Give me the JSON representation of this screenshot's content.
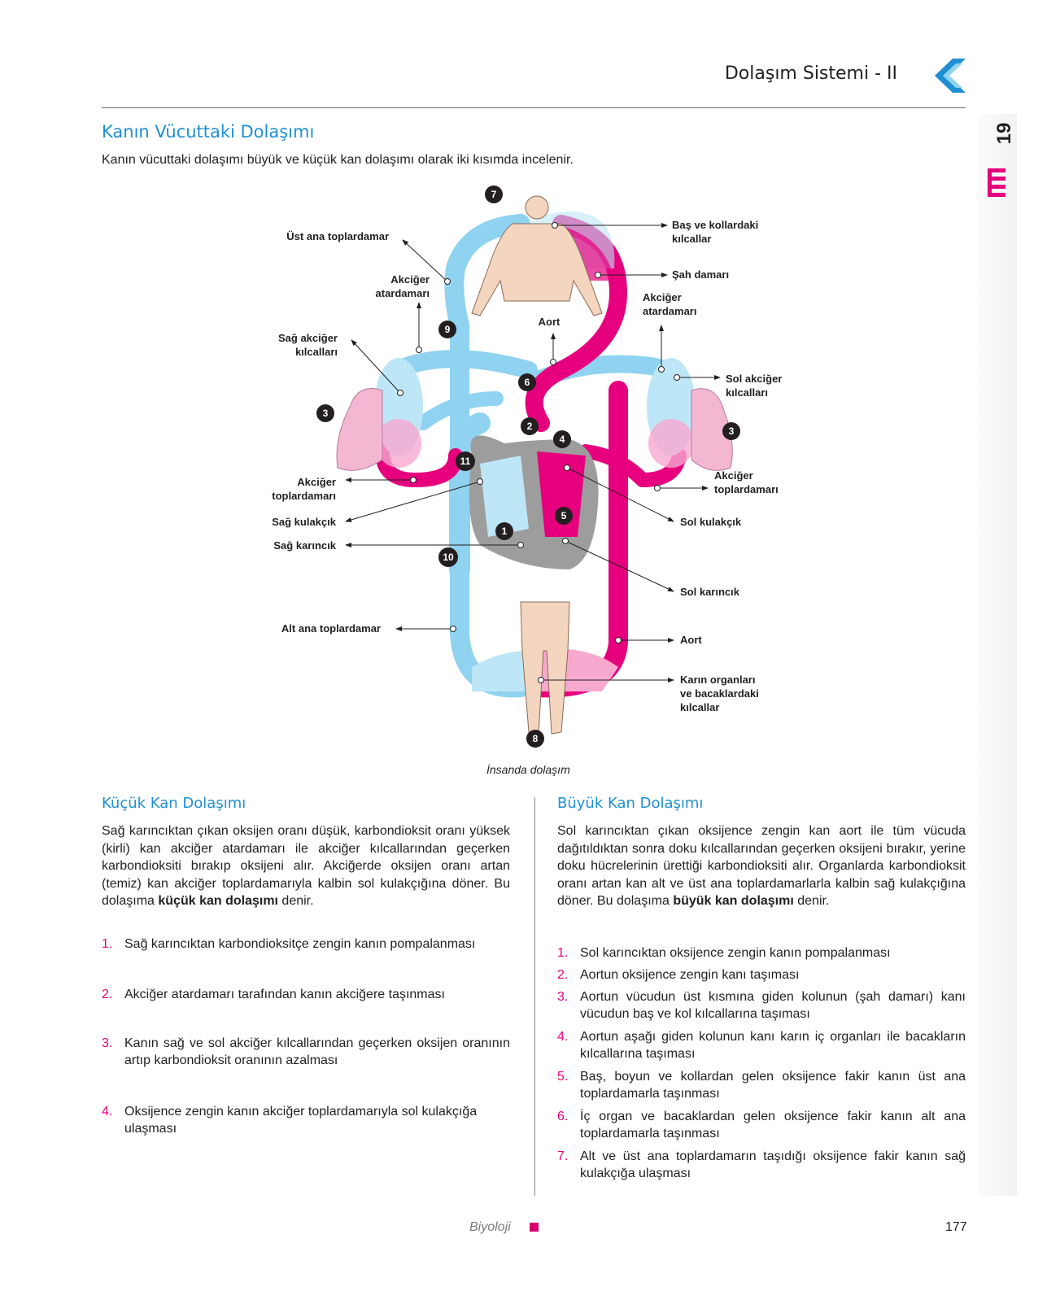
{
  "header": {
    "title": "Dolaşım Sistemi - II"
  },
  "side_tab": {
    "number": "19"
  },
  "section": {
    "title": "Kanın Vücuttaki Dolaşımı",
    "intro": "Kanın vücuttaki dolaşımı büyük ve küçük kan dolaşımı olarak iki kısımda incelenir."
  },
  "diagram": {
    "caption": "İnsanda dolaşım",
    "labels": {
      "ust_ana": "Üst ana toplardamar",
      "akc_atar_left": [
        "Akciğer",
        "atardamarı"
      ],
      "sag_akc_kilc": [
        "Sağ akciğer",
        "kılcalları"
      ],
      "akc_topl_left": [
        "Akciğer",
        "toplardamarı"
      ],
      "sag_kulakcik": "Sağ kulakçık",
      "sag_karincik": "Sağ karıncık",
      "alt_ana": "Alt ana toplardamar",
      "bas_kol": [
        "Baş ve kollardaki",
        "kılcallar"
      ],
      "sah_damari": "Şah damarı",
      "akc_atar_right": [
        "Akciğer",
        "atardamarı"
      ],
      "aort_top": "Aort",
      "sol_akc_kilc": [
        "Sol akciğer",
        "kılcalları"
      ],
      "akc_topl_right": [
        "Akciğer",
        "toplardamarı"
      ],
      "sol_kulakcik": "Sol kulakçık",
      "sol_karincik": "Sol karıncık",
      "aort_bottom": "Aort",
      "karin": [
        "Karın organları",
        "ve bacaklardaki",
        "kılcallar"
      ]
    },
    "badges": [
      "1",
      "2",
      "3",
      "4",
      "5",
      "6",
      "7",
      "8",
      "9",
      "10",
      "11"
    ]
  },
  "kucuk": {
    "title": "Küçük Kan Dolaşımı",
    "para_start": "Sağ karıncıktan çıkan oksijen oranı düşük, karbondioksit oranı yüksek (kirli) kan akciğer atardamarı ile akciğer kılcallarından geçerken karbondioksiti bırakıp oksijeni alır. Akciğerde oksijen oranı artan (temiz) kan akciğer toplardamarıyla kalbin sol kulakçığına döner. Bu dolaşıma ",
    "para_bold": "küçük kan dolaşımı",
    "para_end": " denir.",
    "items": [
      {
        "num": "1.",
        "text": "Sağ karıncıktan karbondioksitçe zengin kanın pompalanması"
      },
      {
        "num": "2.",
        "text": "Akciğer atardamarı tarafından kanın akciğere taşınması"
      },
      {
        "num": "3.",
        "text": "Kanın sağ ve sol akciğer kılcallarından geçerken oksijen oranının artıp karbondioksit oranının azalması"
      },
      {
        "num": "4.",
        "text": "Oksijence zengin kanın akciğer toplardamarıyla sol kulakçığa ulaşması"
      }
    ]
  },
  "buyuk": {
    "title": "Büyük Kan Dolaşımı",
    "para_start": "Sol karıncıktan çıkan oksijence zengin kan aort ile tüm vücuda dağıtıldıktan sonra doku kılcallarından geçerken oksijeni bırakır, yerine doku hücrelerinin ürettiği karbondioksiti alır. Organlarda karbondioksit oranı artan kan alt ve üst ana toplardamarlarla kalbin sağ kulakçığına döner. Bu dolaşıma ",
    "para_bold": "büyük kan dolaşımı",
    "para_end": " denir.",
    "items": [
      {
        "num": "1.",
        "text": "Sol karıncıktan oksijence zengin kanın pompalanması"
      },
      {
        "num": "2.",
        "text": "Aortun oksijence zengin kanı taşıması"
      },
      {
        "num": "3.",
        "text": "Aortun vücudun üst kısmına giden kolunun (şah damarı) kanı vücudun baş ve kol kılcallarına taşıması"
      },
      {
        "num": "4.",
        "text": "Aortun aşağı giden kolunun kanı karın iç organları ile bacakların kılcallarına taşıması"
      },
      {
        "num": "5.",
        "text": "Baş, boyun ve kollardan gelen oksijence fakir kanın üst ana toplardamarla taşınması"
      },
      {
        "num": "6.",
        "text": "İç organ ve bacaklardan gelen oksijence fakir kanın alt ana toplardamarla taşınması"
      },
      {
        "num": "7.",
        "text": "Alt ve üst ana toplardamarın taşıdığı oksijence fakir kanın sağ kulakçığa ulaşması"
      }
    ]
  },
  "footer": {
    "subject": "Biyoloji",
    "page": "177"
  },
  "colors": {
    "accent_blue": "#1f8fd3",
    "magenta": "#e5007e",
    "blood_blue": "#8fd3f0",
    "blood_red": "#e6007e"
  }
}
